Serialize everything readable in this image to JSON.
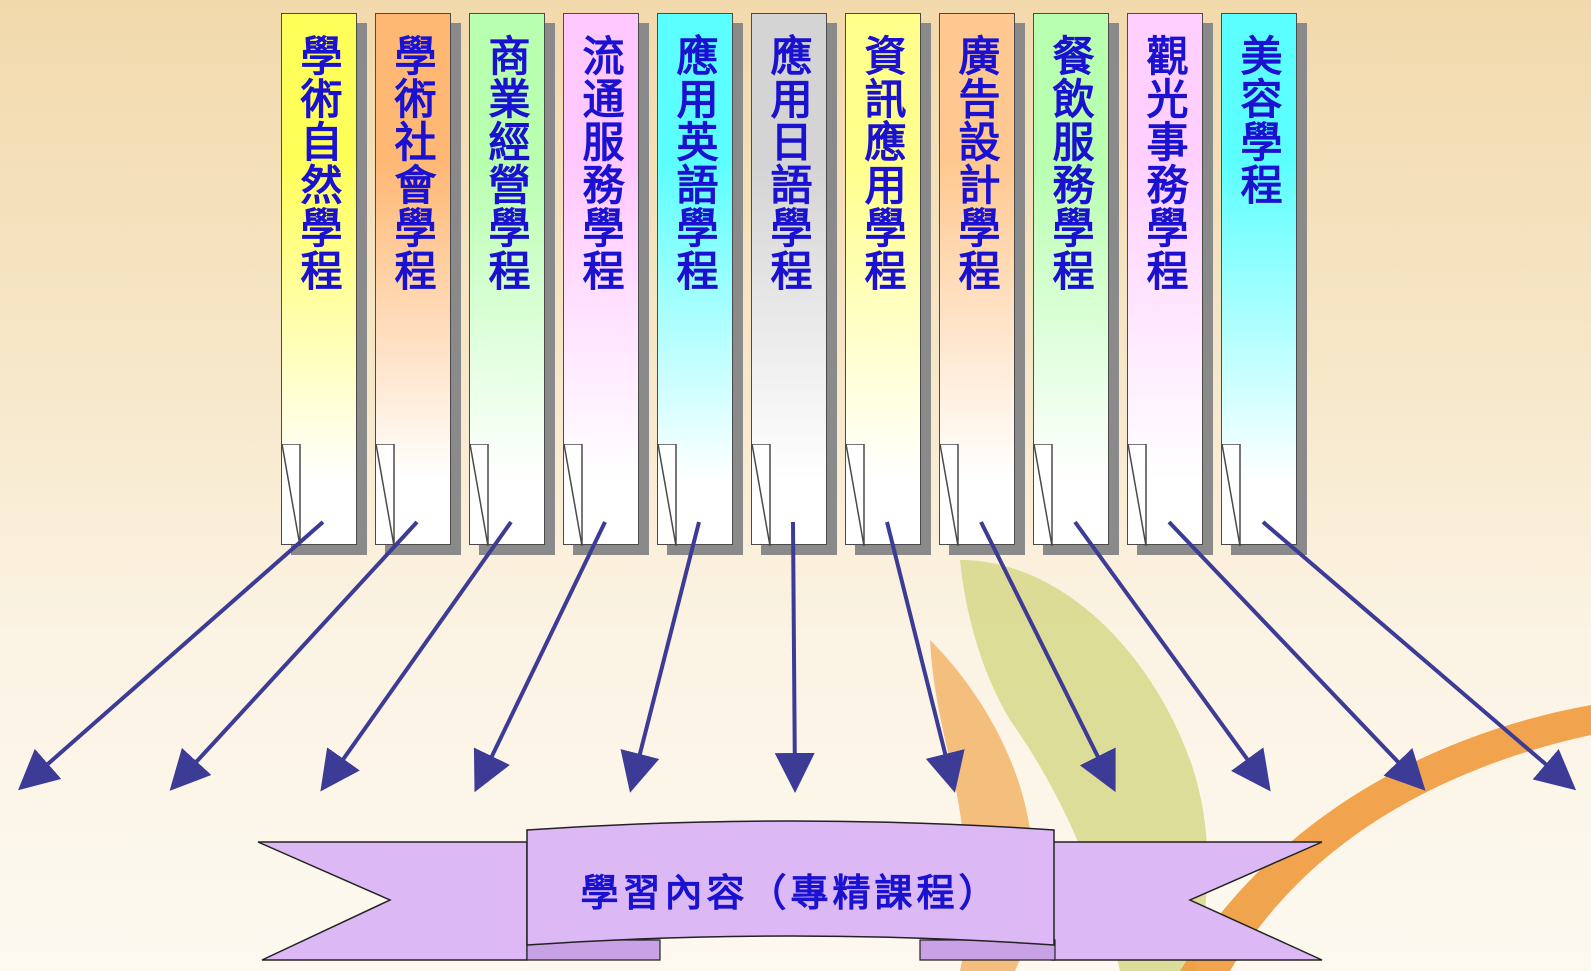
{
  "programs": [
    {
      "label": "學術自然學程",
      "color": "#ffff5a"
    },
    {
      "label": "學術社會學程",
      "color": "#ffb874"
    },
    {
      "label": "商業經營學程",
      "color": "#b8ffb0"
    },
    {
      "label": "流通服務學程",
      "color": "#ffc8ff"
    },
    {
      "label": "應用英語學程",
      "color": "#5cffff"
    },
    {
      "label": "應用日語學程",
      "color": "#d4d4d4"
    },
    {
      "label": "資訊應用學程",
      "color": "#ffff8c"
    },
    {
      "label": "廣告設計學程",
      "color": "#ffc890"
    },
    {
      "label": "餐飲服務學程",
      "color": "#b8ffb0"
    },
    {
      "label": "觀光事務學程",
      "color": "#ffd0ff"
    },
    {
      "label": "美容學程",
      "color": "#5cffff"
    }
  ],
  "banner": {
    "label": "學習內容（專精課程）",
    "color": "#dcb8f4"
  },
  "colors": {
    "text": "#1a12d0",
    "arrow": "#3c3c96"
  }
}
